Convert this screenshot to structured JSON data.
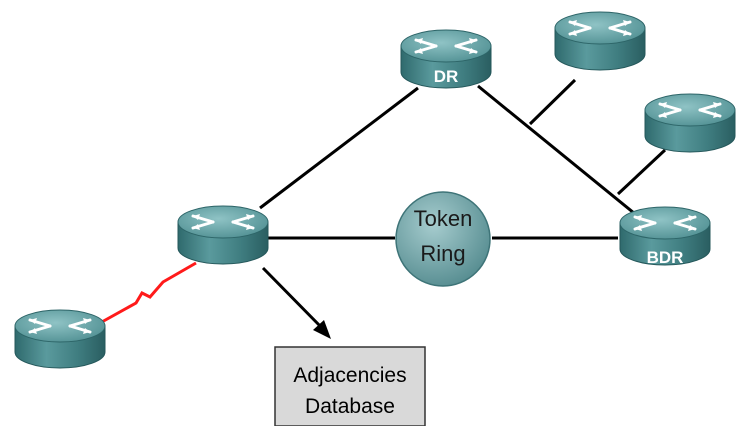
{
  "diagram": {
    "routers": {
      "dr_label": "DR",
      "bdr_label": "BDR"
    },
    "token_ring": {
      "line1": "Token",
      "line2": "Ring"
    },
    "database": {
      "line1": "Adjacencies",
      "line2": "Database"
    }
  },
  "colors": {
    "router_top": "#5f9ea0",
    "router_body": "#3d7a7d",
    "ring_fill": "#6a9ea2",
    "link": "#000000",
    "serial_link": "#ff0000",
    "database_fill": "#d9d9d9"
  },
  "icons": {
    "router": "router-icon",
    "token_ring": "token-ring-icon",
    "database": "database-box"
  }
}
